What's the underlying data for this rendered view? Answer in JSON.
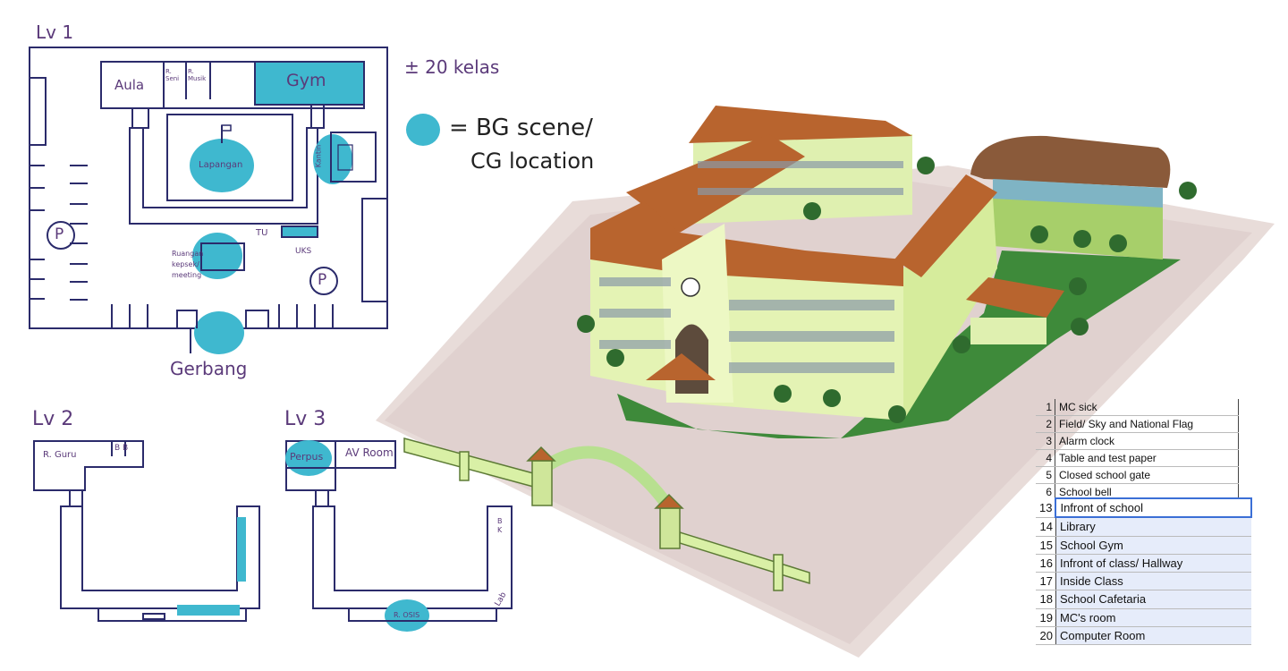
{
  "level1": {
    "title": "Lv 1",
    "aula": "Aula",
    "r_seni": "R. Seni",
    "r_musik": "R. Musik",
    "gym": "Gym",
    "lapangan": "Lapangan",
    "kantin": "Kantin",
    "ruangan_kepsek": "Ruangan kepsek/ meeting",
    "tu": "TU",
    "uks": "UKS",
    "parking": "P",
    "gerbang": "Gerbang"
  },
  "legend": {
    "kelas": "± 20 kelas",
    "bg_line1": "= BG scene/",
    "bg_line2": "CG location"
  },
  "level2": {
    "title": "Lv 2",
    "r_guru": "R. Guru",
    "wc": "B B"
  },
  "level3": {
    "title": "Lv 3",
    "perpus": "Perpus",
    "av_room": "AV Room",
    "bk": "B K",
    "lab": "Lab",
    "r_osis": "R. OSIS"
  },
  "colors": {
    "highlight": "#3fb8cf",
    "ink": "#2b2b6b",
    "handwriting": "#5b3a7a",
    "roof": "#b8642e",
    "wall": "#e4f3b4"
  },
  "table1": [
    {
      "num": "1",
      "label": "MC sick"
    },
    {
      "num": "2",
      "label": "Field/ Sky and National Flag"
    },
    {
      "num": "3",
      "label": "Alarm clock"
    },
    {
      "num": "4",
      "label": "Table and test paper"
    },
    {
      "num": "5",
      "label": "Closed school gate"
    },
    {
      "num": "6",
      "label": "School bell"
    }
  ],
  "table2": [
    {
      "num": "13",
      "label": "Infront of school"
    },
    {
      "num": "14",
      "label": "Library"
    },
    {
      "num": "15",
      "label": "School Gym"
    },
    {
      "num": "16",
      "label": "Infront of class/ Hallway"
    },
    {
      "num": "17",
      "label": "Inside Class"
    },
    {
      "num": "18",
      "label": "School Cafetaria"
    },
    {
      "num": "19",
      "label": "MC's room"
    },
    {
      "num": "20",
      "label": "Computer Room"
    }
  ]
}
